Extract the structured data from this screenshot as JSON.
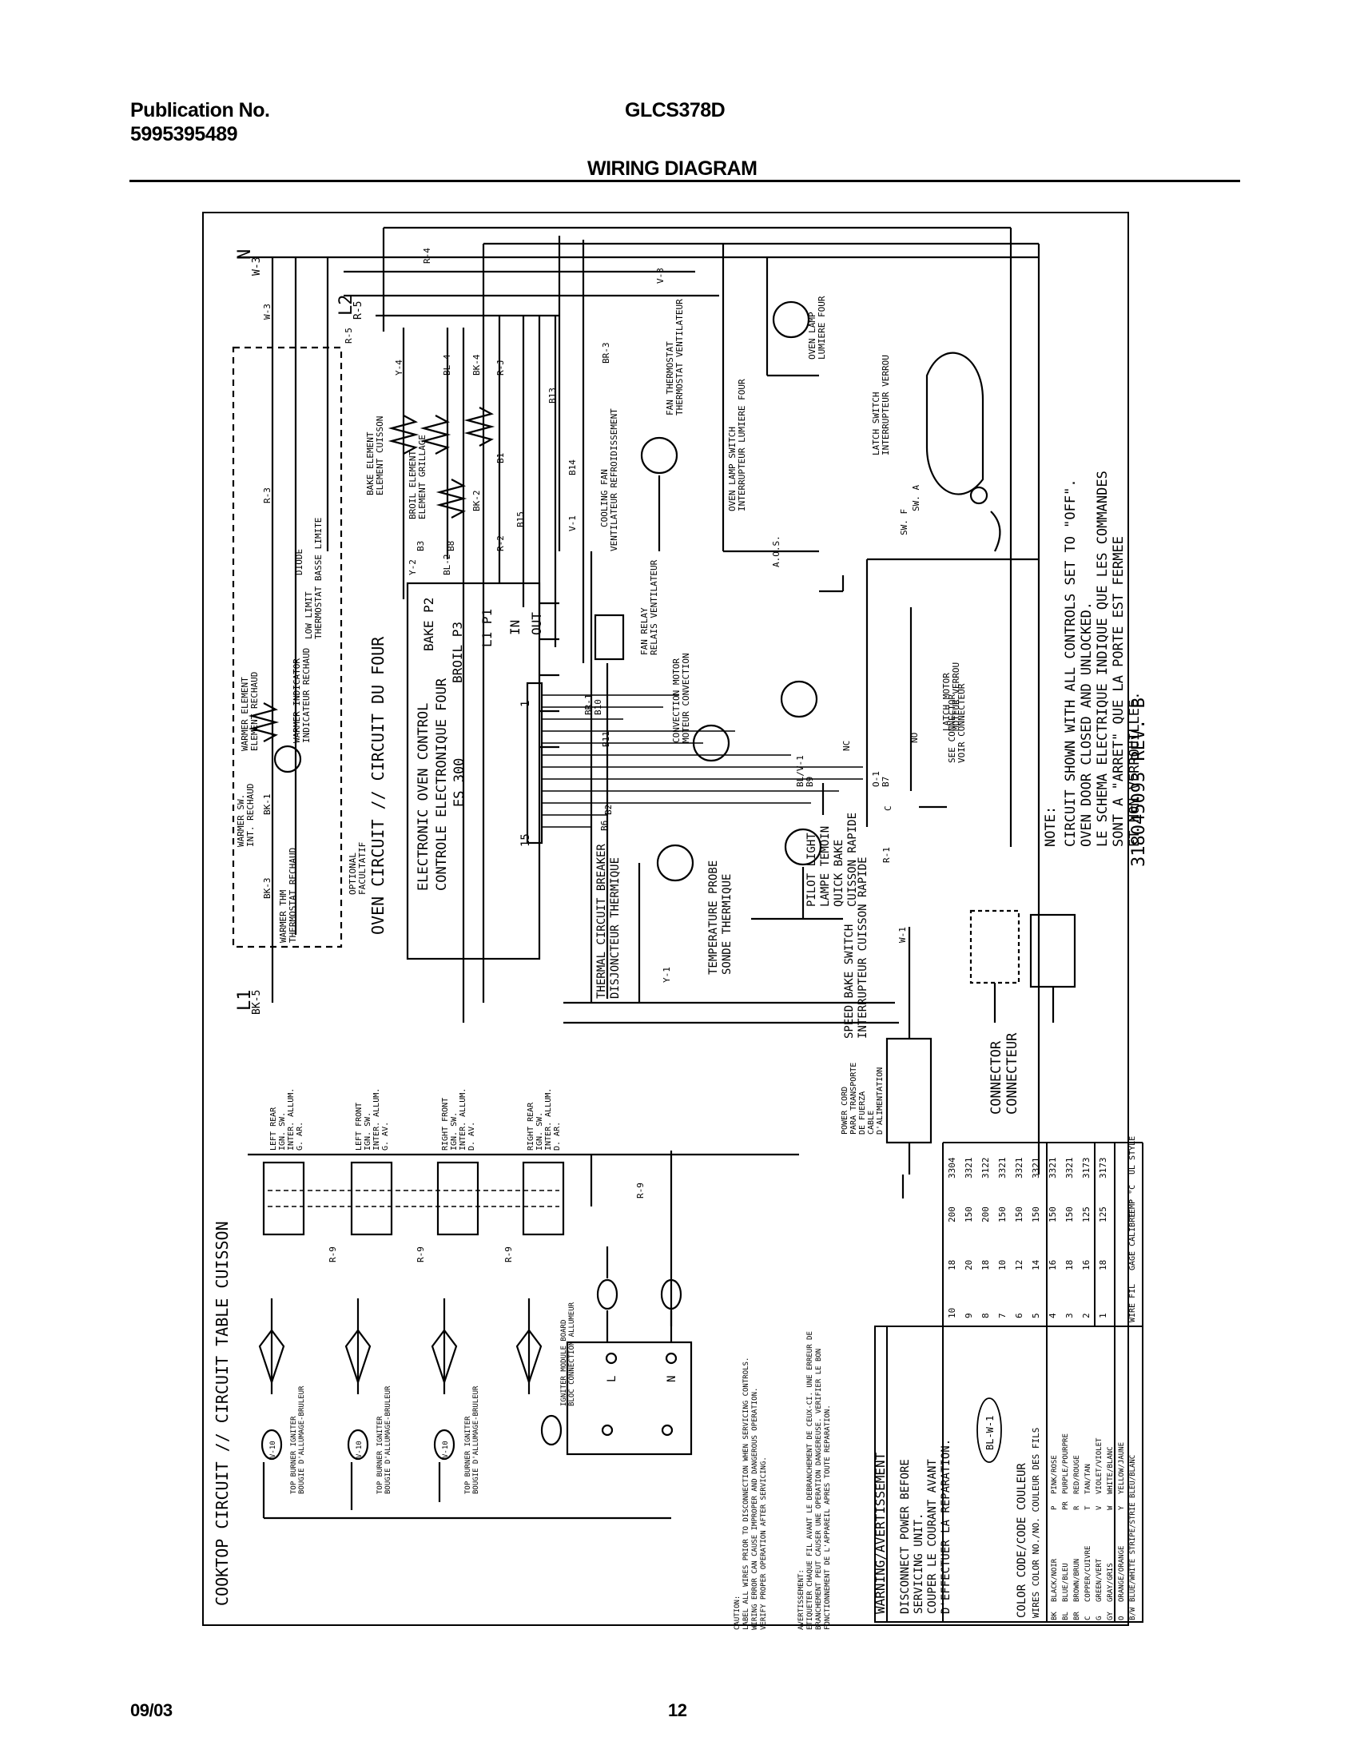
{
  "header": {
    "publication_label": "Publication No.",
    "publication_number": "5995395489",
    "model": "GLCS378D",
    "title": "WIRING DIAGRAM"
  },
  "footer": {
    "date": "09/03",
    "page": "12"
  },
  "diagram": {
    "drawing_number": "318045093 REV. B",
    "terminals": {
      "neutral": "N",
      "neutral_wire": "W-3",
      "line1": "L1",
      "line1_wire": "BK-5",
      "line2": "L2",
      "line2_wire": "R-5"
    },
    "oven_section_title": "OVEN CIRCUIT // CIRCUIT DU FOUR",
    "cooktop_section_title": "COOKTOP CIRCUIT // CIRCUIT TABLE CUISSON",
    "oven_control": {
      "name": "ELECTRONIC OVEN CONTROL",
      "name_fr": "CONTROLE ELECTRONIQUE FOUR",
      "model": "ES 300",
      "pin_first": "1",
      "pin_last": "15"
    },
    "control_pins": [
      "BAKE P2",
      "BROIL P3",
      "L1 P1",
      "IN",
      "OUT"
    ],
    "warmer_labels": [
      "WARMER ELEMENT",
      "ELEMENT RECHAUD",
      "WARMER INDICATOR",
      "INDICATEUR RECHAUD",
      "WARMER SW.",
      "INT. RECHAUD",
      "WARMER THM",
      "THERMOSTAT RECHAUD",
      "DIODE",
      "LOW LIMIT",
      "THERMOSTAT BASSE LIMITE",
      "OPTIONAL",
      "FACULTATIF"
    ],
    "component_labels": [
      "BAKE ELEMENT",
      "ELEMENT CUISSON",
      "BROIL ELEMENT",
      "ELEMENT GRILLAGE",
      "COOLING FAN",
      "VENTILATEUR REFROIDISSEMENT",
      "FAN THERMOSTAT",
      "THERMOSTAT VENTILATEUR",
      "FAN RELAY",
      "RELAIS VENTILATEUR",
      "CONVECTION MOTOR",
      "MOTEUR CONVECTION",
      "OVEN LAMP SWITCH",
      "INTERRUPTEUR LUMIERE FOUR",
      "OVEN LAMP",
      "LUMIERE FOUR",
      "LATCH SWITCH",
      "INTERRUPTEUR VERROU",
      "LATCH MOTOR",
      "MOTEUR VERROU",
      "A.O.S.",
      "THERMAL CIRCUIT BREAKER",
      "DISJONCTEUR THERMIQUE",
      "TEMPERATURE PROBE",
      "SONDE THERMIQUE",
      "PILOT LIGHT",
      "LAMPE TEMOIN",
      "QUICK BAKE",
      "CUISSON RAPIDE",
      "SPEED BAKE SWITCH",
      "INTERRUPTEUR CUISSON RAPIDE",
      "SW. A",
      "SW. F",
      "SEE CONNECTOR",
      "VOIR CONNECTEUR"
    ],
    "wire_labels": [
      "W-3",
      "R-4",
      "R-5",
      "W-1",
      "R-1",
      "R-3",
      "BK-1",
      "BK-3",
      "Y-4",
      "BL-4",
      "BK-4",
      "R-J",
      "R-2",
      "BK-2",
      "Y-2",
      "BL-2",
      "B3",
      "B8",
      "B1",
      "B13",
      "B14",
      "B15",
      "BR-3",
      "V-3",
      "V-1",
      "BR-1",
      "B10",
      "B11",
      "BL/V-1",
      "B9",
      "O-1",
      "B7",
      "B6",
      "B2",
      "Y-1",
      "NC",
      "NO",
      "C"
    ],
    "note": [
      "NOTE:",
      "CIRCUIT SHOWN WITH ALL CONTROLS SET TO \"OFF\".",
      "OVEN DOOR CLOSED AND UNLOCKED.",
      "LE SCHEMA ELECTRIQUE INDIQUE QUE LES COMMANDES",
      "SONT A \"ARRET\" QUE LA PORTE EST FERMEE",
      "ET NON VERROUILLEE."
    ],
    "connector_label": [
      "CONNECTOR",
      "CONNECTEUR"
    ],
    "power_cord_label": [
      "POWER CORD",
      "PARA TRANSPORTE",
      "DE FUERZA",
      "CABLE",
      "D'ALIMENTATION"
    ],
    "burner_switches": [
      [
        "LEFT REAR",
        "IGN. SW.",
        "INTER. ALLUM.",
        "G. AR."
      ],
      [
        "LEFT FRONT",
        "IGN. SW.",
        "INTER. ALLUM.",
        "G. AV."
      ],
      [
        "RIGHT FRONT",
        "IGN. SW.",
        "INTER. ALLUM.",
        "D. AV."
      ],
      [
        "RIGHT REAR",
        "IGN. SW.",
        "INTER. ALLUM.",
        "D. AR."
      ]
    ],
    "igniter_label": [
      "TOP BURNER IGNITER",
      "BOUGIE D'ALLUMAGE-BRULEUR"
    ],
    "igniter_wire": "V-10",
    "switch_wire": "R-9",
    "spark_module": [
      "IGNITER MODULE BOARD",
      "BLOC CONNECTION ALLUMEUR"
    ],
    "module_terminals": [
      "L",
      "N"
    ],
    "caution": [
      "CAUTION:",
      "LABEL ALL WIRES PRIOR TO DISCONNECTION WHEN SERVICING CONTROLS.",
      "WIRING ERROR CAN CAUSE IMPROPER AND DANGEROUS OPERATION.",
      "VERIFY PROPER OPERATION AFTER SERVICING."
    ],
    "avertissement": [
      "AVERTISSEMENT:",
      "ETIQUETER CHAQUE FIL AVANT LE DEBRANCHEMENT DE CEUX-CI. UNE ERREUR DE",
      "BRANCHEMENT PEUT CAUSER UNE OPERATION DANGEREUSE. VERIFIER LE BON",
      "FONCTIONNEMENT DE L'APPAREIL APRES TOUTE REPARATION."
    ],
    "warning_box": {
      "title": "WARNING/AVERTISSEMENT",
      "lines": [
        "DISCONNECT POWER BEFORE",
        "SERVICING UNIT.",
        "COUPER LE COURANT AVANT",
        "D'EFFECTUER LA REPARATION."
      ],
      "example_label": "BL-W-1"
    },
    "color_code_header": "COLOR CODE/CODE COULEUR",
    "wire_number_caption": "WIRES COLOR NO./NO. COULEUR DES FILS",
    "color_code": [
      [
        "BK",
        "BLACK/NOIR",
        "P",
        "PINK/ROSE"
      ],
      [
        "BL",
        "BLUE/BLEU",
        "PR",
        "PURPLE/POURPRE"
      ],
      [
        "BR",
        "BROWN/BRUN",
        "R",
        "RED/ROUGE"
      ],
      [
        "C",
        "COPPER/CUIVRE",
        "T",
        "TAN/TAN"
      ],
      [
        "G",
        "GREEN/VERT",
        "V",
        "VIOLET/VIOLET"
      ],
      [
        "GY",
        "GRAY/GRIS",
        "W",
        "WHITE/BLANC"
      ],
      [
        "O",
        "ORANGE/ORANGE",
        "Y",
        "YELLOW/JAUNE"
      ],
      [
        "B/W",
        "BLUE/WHITE STRIPE/STRIE BLEU/BLANC",
        "",
        ""
      ]
    ],
    "gauge_table": {
      "headers": [
        "WIRE FIL",
        "GAGE CALIBRE",
        "TEMP °C",
        "UL STYLE"
      ],
      "rows": [
        [
          "10",
          "18",
          "200",
          "3304"
        ],
        [
          "9",
          "20",
          "150",
          "3321"
        ],
        [
          "8",
          "18",
          "200",
          "3122"
        ],
        [
          "7",
          "10",
          "150",
          "3321"
        ],
        [
          "6",
          "12",
          "150",
          "3321"
        ],
        [
          "5",
          "14",
          "150",
          "3321"
        ],
        [
          "4",
          "16",
          "150",
          "3321"
        ],
        [
          "3",
          "18",
          "150",
          "3321"
        ],
        [
          "2",
          "16",
          "125",
          "3173"
        ],
        [
          "1",
          "18",
          "125",
          "3173"
        ]
      ]
    }
  }
}
